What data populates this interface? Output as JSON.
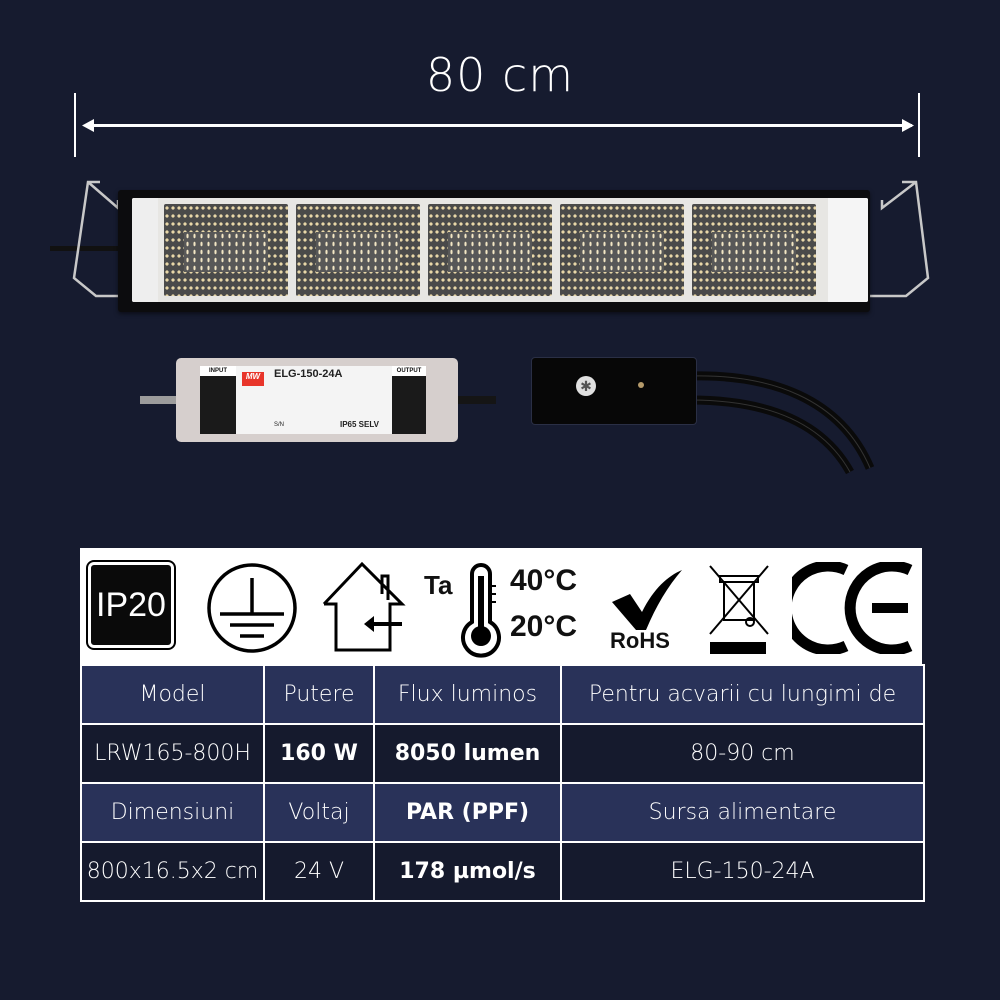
{
  "dimension": {
    "label": "80 cm"
  },
  "products": {
    "fixture": {
      "name": "LED lamp fixture"
    },
    "driver": {
      "model": "ELG-150-24A",
      "input_label": "INPUT",
      "output_label": "OUTPUT",
      "brand": "MW",
      "rating": "IP65 SELV",
      "serial_label": "S/N"
    },
    "controller": {
      "name": "Control box"
    }
  },
  "certifications": {
    "ip_rating": "IP20",
    "ground_symbol": "protective-earth",
    "indoor_use": "indoor-only",
    "ta_label": "Ta",
    "temp_max": "40°C",
    "temp_min": "20°C",
    "rohs_label": "RoHS",
    "weee_symbol": "crossed-bin",
    "ce_label": "CE"
  },
  "spec_table": {
    "rows": [
      {
        "type": "head",
        "cells": [
          "Model",
          "Putere",
          "Flux luminos",
          "Pentru acvarii cu lungimi de"
        ]
      },
      {
        "type": "val",
        "cells": [
          "LRW165-800H",
          "160 W",
          "8050 lumen",
          "80-90 cm"
        ]
      },
      {
        "type": "head",
        "cells": [
          "Dimensiuni",
          "Voltaj",
          "PAR (PPF)",
          "Sursa alimentare"
        ]
      },
      {
        "type": "val",
        "cells": [
          "800x16.5x2 cm",
          "24 V",
          "178 µmol/s",
          "ELG-150-24A"
        ]
      }
    ]
  },
  "colors": {
    "background": "#161b2f",
    "header_cell": "#293259",
    "value_cell": "#151a2d",
    "border": "#ffffff"
  }
}
